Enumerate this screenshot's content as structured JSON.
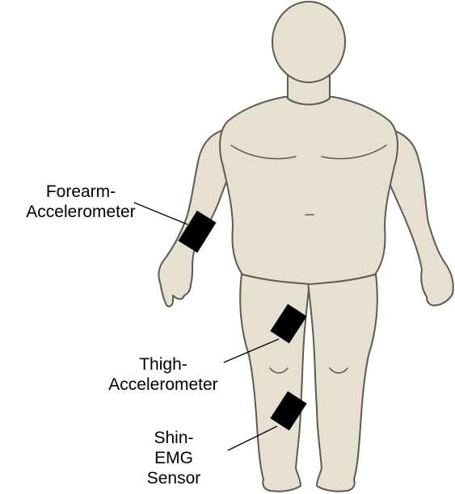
{
  "colors": {
    "body_fill": "#e6e0d0",
    "body_outline": "#5e5a52",
    "sensor": "#000000",
    "leader_line": "#000000",
    "text": "#000000"
  },
  "labels": {
    "forearm": {
      "line1": "Forearm-",
      "line2": "Accelerometer"
    },
    "thigh": {
      "line1": "Thigh-",
      "line2": "Accelerometer"
    },
    "shin": {
      "line1": "Shin-",
      "line2": "EMG",
      "line3": "Sensor"
    }
  }
}
